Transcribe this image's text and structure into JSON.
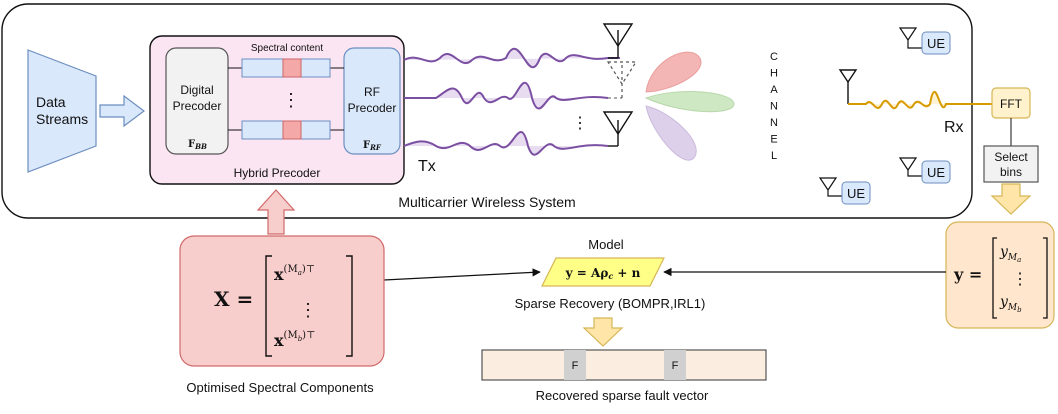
{
  "system": {
    "label": "Multicarrier Wireless System"
  },
  "input": {
    "label_line1": "Data",
    "label_line2": "Streams"
  },
  "hybrid_precoder": {
    "label": "Hybrid Precoder",
    "spectral_label": "Spectral content",
    "digital": {
      "line1": "Digital",
      "line2": "Precoder",
      "symbol": "F",
      "symbol_sub": "BB"
    },
    "rf": {
      "line1": "RF",
      "line2": "Precoder",
      "symbol": "F",
      "symbol_sub": "RF"
    },
    "dots": "⋮"
  },
  "tx": {
    "label": "Tx"
  },
  "channel": {
    "letters": [
      "C",
      "H",
      "A",
      "N",
      "N",
      "E",
      "L"
    ]
  },
  "ue_label": "UE",
  "rx": {
    "label": "Rx",
    "fft": "FFT",
    "select_line1": "Select",
    "select_line2": "bins"
  },
  "y_vector": {
    "lhs": "y =",
    "top": "y",
    "top_sub": "M",
    "top_subsub": "a",
    "dots": "⋮",
    "bottom": "y",
    "bottom_sub": "M",
    "bottom_subsub": "b"
  },
  "x_matrix": {
    "lhs": "X =",
    "top": "x",
    "top_sup": "(M",
    "top_supsub": "a",
    "top_supend": ")⊤",
    "dots": "⋮",
    "bottom": "x",
    "bottom_sup": "(M",
    "bottom_supsub": "b",
    "bottom_supend": ")⊤"
  },
  "model": {
    "title": "Model",
    "equation": "y = Aρ",
    "eq_sub": "c",
    "eq_end": " + n"
  },
  "recovery": {
    "label": "Sparse Recovery (BOMPR,IRL1)"
  },
  "fault_vector": {
    "label": "Recovered sparse fault vector",
    "marks": [
      "F",
      "F"
    ]
  },
  "optimised": {
    "label": "Optimised Spectral Components"
  },
  "colors": {
    "pink_box": "#f8cecc",
    "pink_border": "#d06a6a",
    "blue_box": "#dae8fc",
    "blue_border": "#6c8ebf",
    "orange_box": "#ffe6cc",
    "orange_border": "#d6b656",
    "model_box": "#ffff88",
    "wave_purple": "#7b4fa2",
    "wave_orange": "#d79b00"
  }
}
